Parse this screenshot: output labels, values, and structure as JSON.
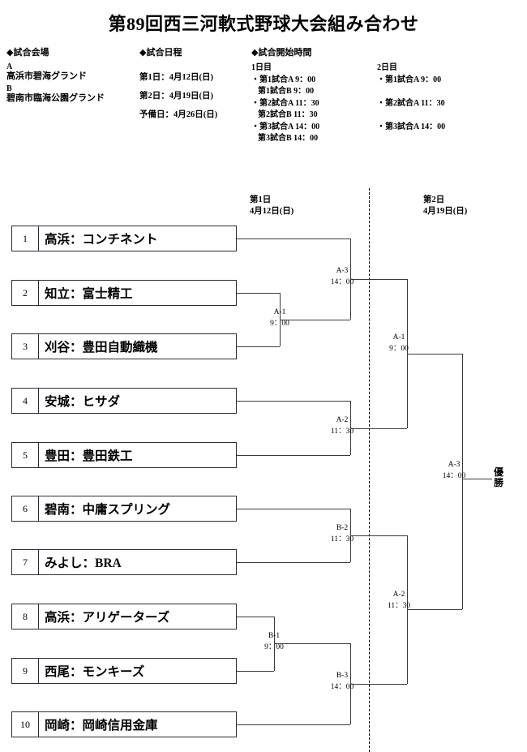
{
  "title": "第89回西三河軟式野球大会組み合わせ",
  "info": {
    "venue": {
      "heading": "◆試合会場",
      "entries": [
        {
          "label": "A",
          "name": "高浜市碧海グランド"
        },
        {
          "label": "B",
          "name": "碧南市臨海公園グランド"
        }
      ]
    },
    "schedule": {
      "heading": "◆試合日程",
      "rows": [
        "第1日：4月12日(日)",
        "第2日：4月19日(日)",
        "予備日：4月26日(日)"
      ]
    },
    "times": {
      "heading": "◆試合開始時間",
      "day1": {
        "label": "1日目",
        "rows": [
          {
            "main": "・第1試合A 9：00",
            "sub": "第1試合B 9：00"
          },
          {
            "main": "・第2試合A 11：30",
            "sub": "第2試合B 11：30"
          },
          {
            "main": "・第3試合A 14：00",
            "sub": "第3試合B 14：00"
          }
        ]
      },
      "day2": {
        "label": "2日目",
        "rows": [
          {
            "main": "・第1試合A 9：00",
            "sub": ""
          },
          {
            "main": "・第2試合A 11：30",
            "sub": ""
          },
          {
            "main": "・第3試合A 14：00",
            "sub": ""
          }
        ]
      }
    }
  },
  "bracket": {
    "day1_header": {
      "line1": "第1日",
      "line2": "4月12日(日)"
    },
    "day2_header": {
      "line1": "第2日",
      "line2": "4月19日(日)"
    },
    "champion_label": {
      "c1": "優",
      "c2": "勝"
    },
    "teams": [
      {
        "no": "1",
        "name": "高浜：コンチネント"
      },
      {
        "no": "2",
        "name": "知立：富士精工"
      },
      {
        "no": "3",
        "name": "刈谷：豊田自動織機"
      },
      {
        "no": "4",
        "name": "安城：ヒサダ"
      },
      {
        "no": "5",
        "name": "豊田：豊田鉄工"
      },
      {
        "no": "6",
        "name": "碧南：中庸スプリング"
      },
      {
        "no": "7",
        "name": "みよし：BRA"
      },
      {
        "no": "8",
        "name": "高浜：アリゲーターズ"
      },
      {
        "no": "9",
        "name": "西尾：モンキーズ"
      },
      {
        "no": "10",
        "name": "岡崎：岡崎信用金庫"
      }
    ],
    "matches": [
      {
        "id": "d1-a1",
        "code": "A-1",
        "time": "9：00"
      },
      {
        "id": "d1-a3",
        "code": "A-3",
        "time": "14：00"
      },
      {
        "id": "d1-a2",
        "code": "A-2",
        "time": "11：30"
      },
      {
        "id": "d1-b2",
        "code": "B-2",
        "time": "11：30"
      },
      {
        "id": "d1-b1",
        "code": "B-1",
        "time": "9：00"
      },
      {
        "id": "d1-b3",
        "code": "B-3",
        "time": "14：00"
      },
      {
        "id": "d2-a1",
        "code": "A-1",
        "time": "9：00"
      },
      {
        "id": "d2-a2",
        "code": "A-2",
        "time": "11：30"
      },
      {
        "id": "d2-a3",
        "code": "A-3",
        "time": "14：00"
      }
    ]
  }
}
